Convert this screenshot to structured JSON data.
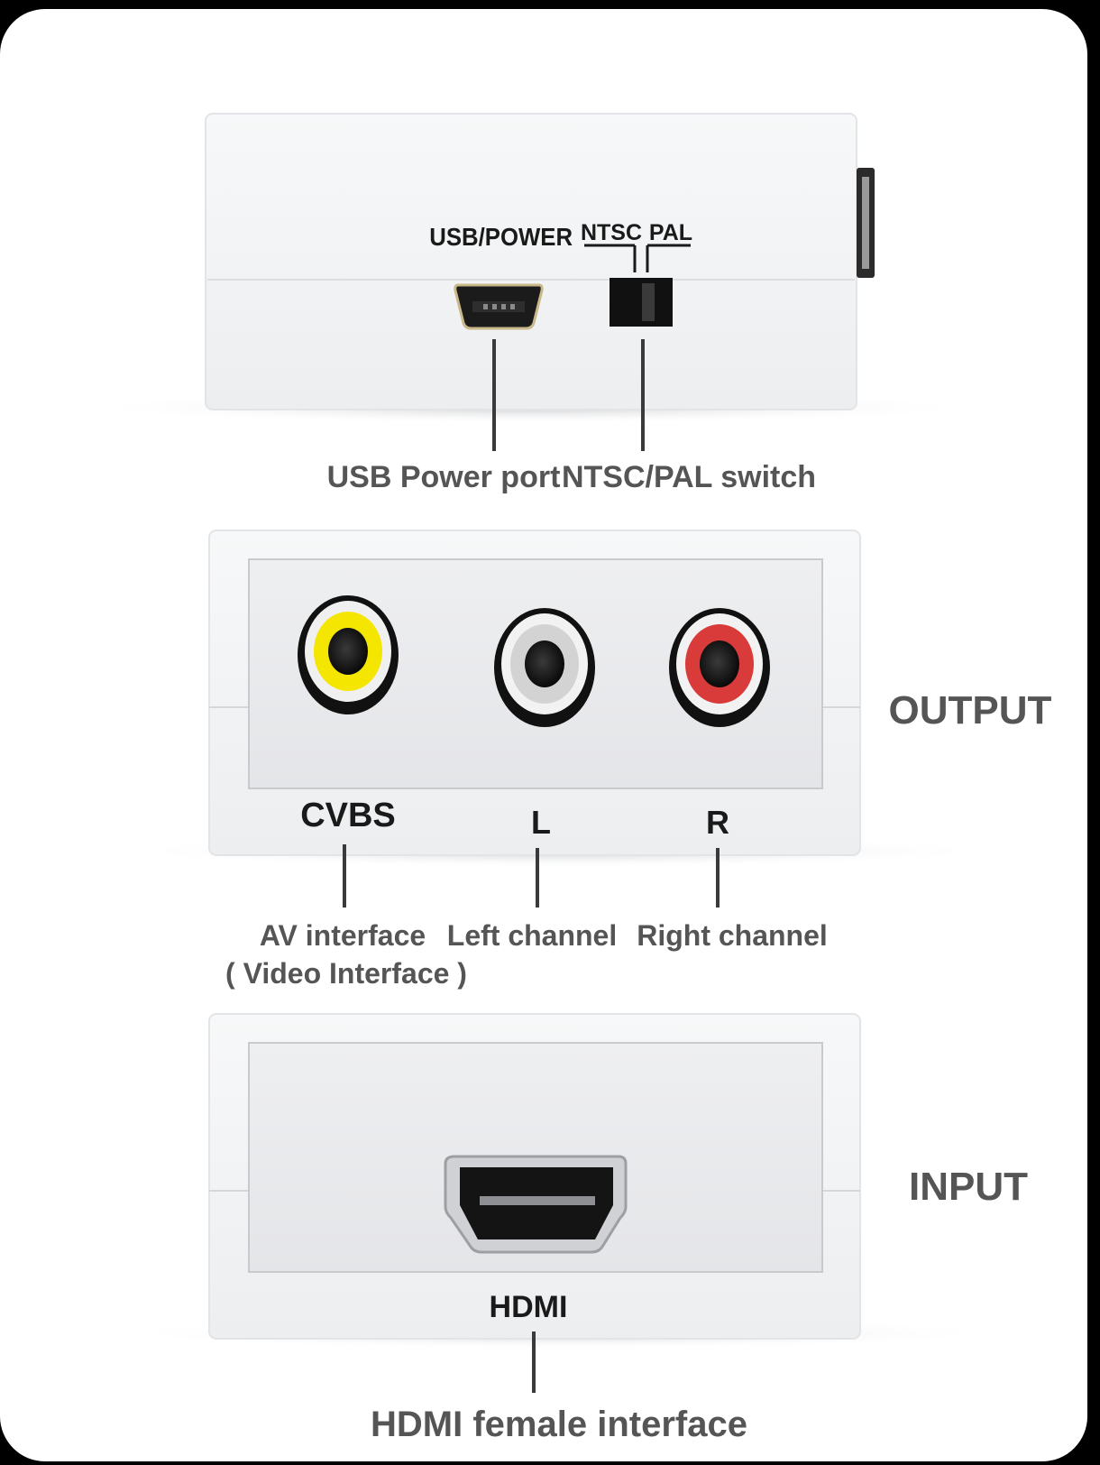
{
  "colors": {
    "background": "#000000",
    "frame": "#ffffff",
    "device_body": "#f3f4f6",
    "panel": "#e9eaec",
    "cvbs_ring": "#f4e600",
    "left_ring": "#d9d9d9",
    "right_ring": "#d93a3a",
    "label_text": "#555555",
    "port_label_text": "#1a1a1a"
  },
  "top_view": {
    "usb_power_marking": "USB/POWER",
    "ntsc_marking": "NTSC",
    "pal_marking": "PAL",
    "usb_callout": "USB Power port",
    "switch_callout": "NTSC/PAL switch"
  },
  "output_view": {
    "section_label": "OUTPUT",
    "cvbs_marking": "CVBS",
    "left_marking": "L",
    "right_marking": "R",
    "av_callout_line1": "AV interface",
    "av_callout_line2": "( Video Interface )",
    "left_callout": "Left channel",
    "right_callout": "Right channel"
  },
  "input_view": {
    "section_label": "INPUT",
    "hdmi_marking": "HDMI",
    "hdmi_callout": "HDMI female interface"
  }
}
